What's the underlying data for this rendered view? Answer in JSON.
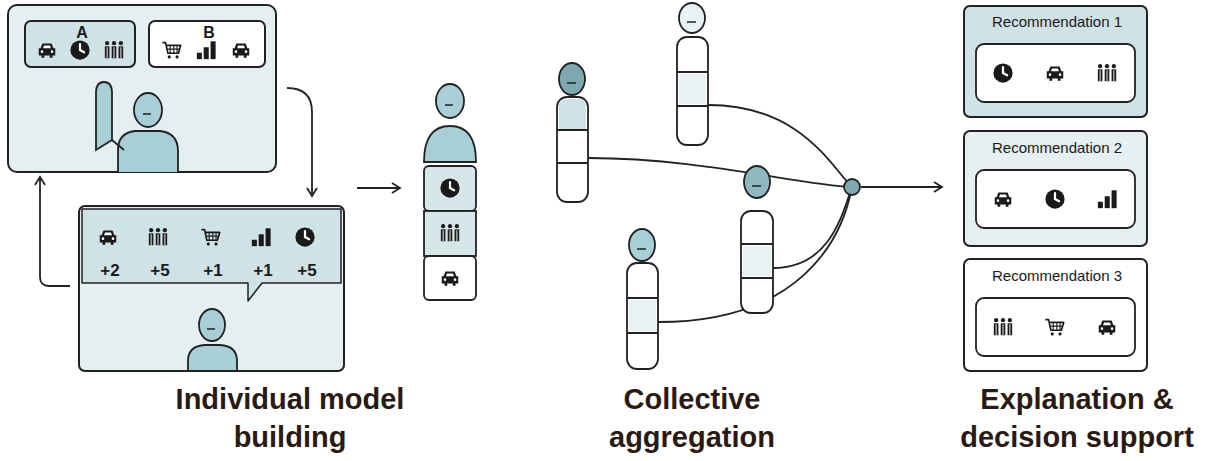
{
  "diagram": {
    "nodes": [
      {
        "text": [
          "A"
        ]
      },
      {
        "text": [
          "B"
        ]
      },
      {
        "text": [
          "+2",
          "+5",
          "+1",
          "+1",
          "+5"
        ]
      },
      {
        "text": [
          "Recommendation 1"
        ]
      },
      {
        "text": [
          "Recommendation 2"
        ]
      },
      {
        "text": [
          "Recommendation 3"
        ]
      }
    ],
    "labels": [
      "Individual model building",
      "Collective aggregation",
      "Explanation & decision support"
    ]
  }
}
